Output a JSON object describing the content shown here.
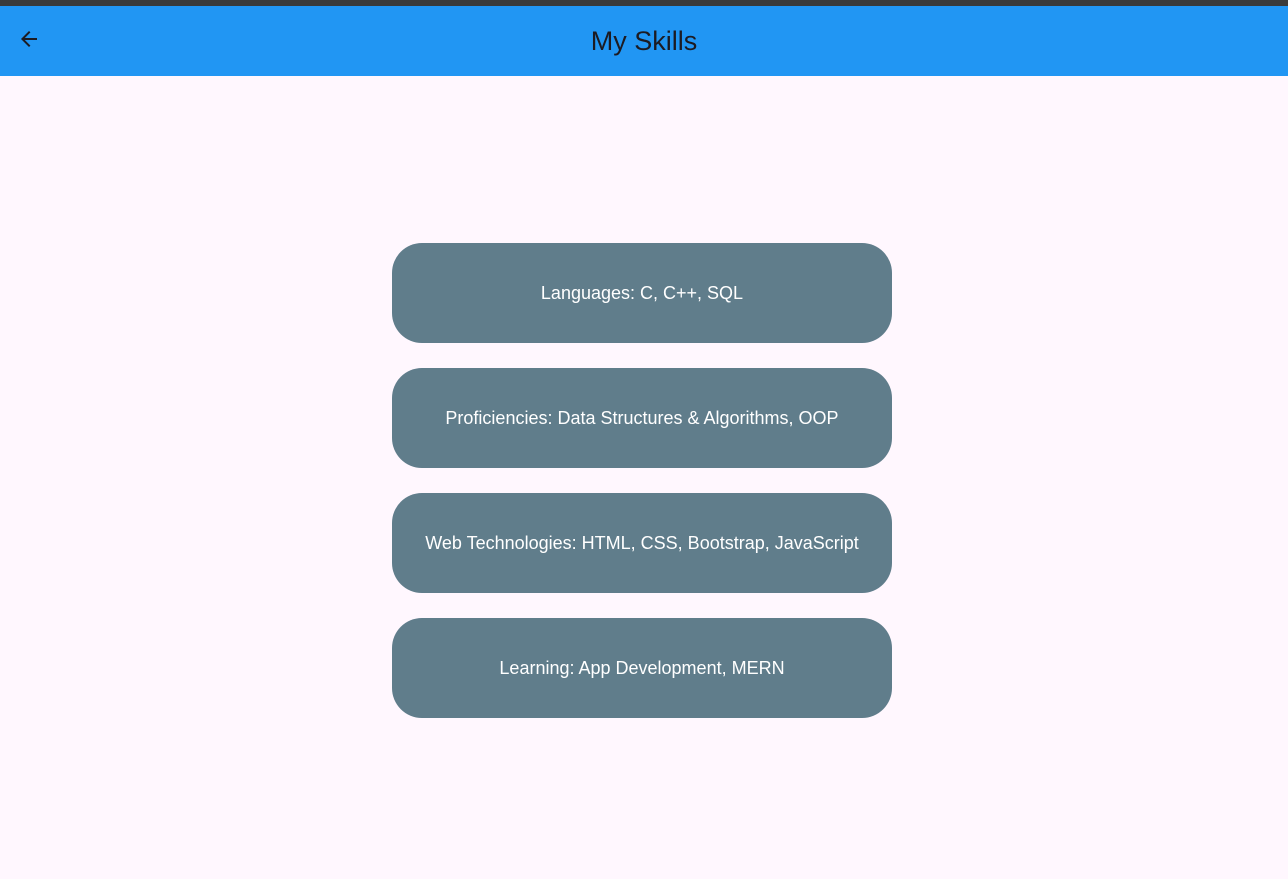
{
  "app_bar": {
    "title": "My Skills",
    "back_icon": "arrow-back-icon",
    "color": "#2196F3"
  },
  "skills": [
    {
      "label": "Languages: C, C++, SQL"
    },
    {
      "label": "Proficiencies: Data Structures & Algorithms, OOP"
    },
    {
      "label": "Web Technologies: HTML, CSS, Bootstrap, JavaScript"
    },
    {
      "label": "Learning: App Development, MERN"
    }
  ],
  "colors": {
    "background": "#FFF7FE",
    "card": "#607D8B",
    "card_text": "#FFFFFF"
  }
}
